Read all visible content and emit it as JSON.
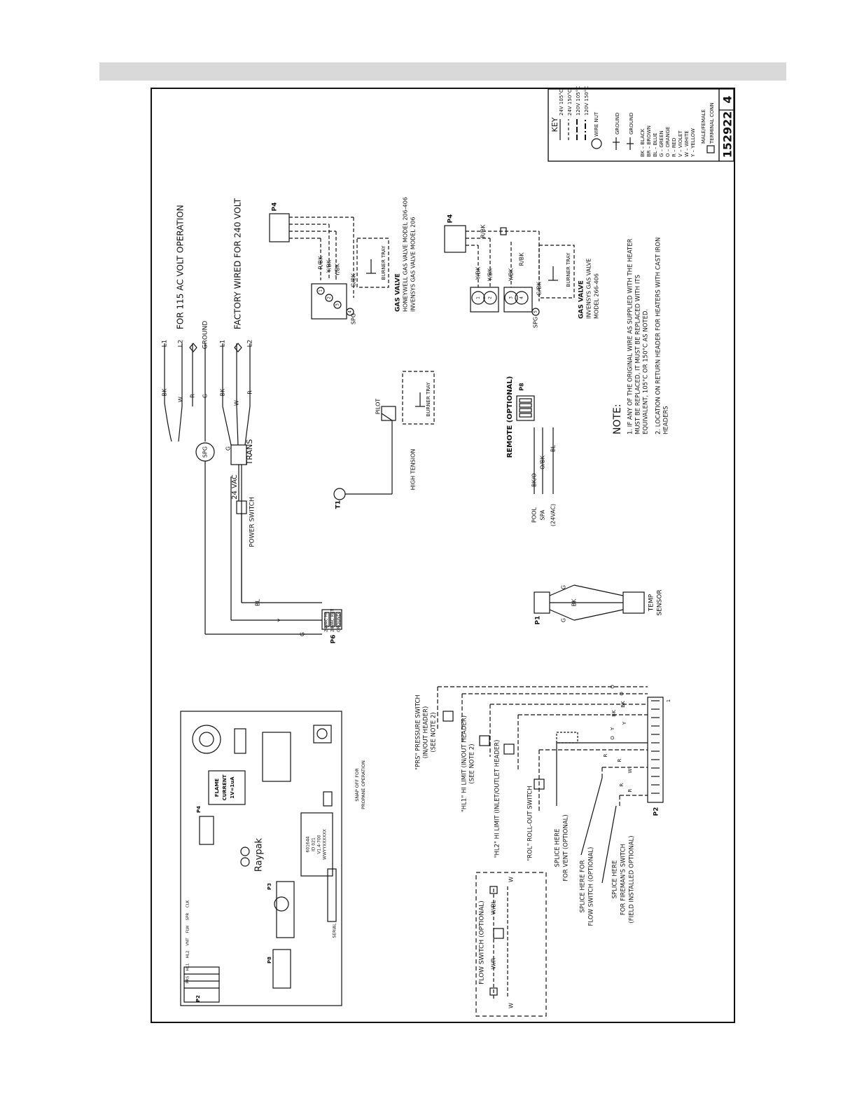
{
  "drawing": {
    "number": "152922",
    "revision": "4"
  },
  "key": {
    "title": "KEY",
    "lines": [
      {
        "label": "24V 105°C",
        "style": "solid"
      },
      {
        "label": "24V 150°C",
        "style": "dash"
      },
      {
        "label": "120V 105°C",
        "style": "longdash"
      },
      {
        "label": "120V 150°C",
        "style": "dashdot"
      }
    ],
    "symbols": [
      {
        "label": "WIRE NUT"
      },
      {
        "label": "GROUND"
      },
      {
        "label": "GROUND"
      }
    ],
    "colors": [
      "BK – BLACK",
      "BR – BROWN",
      "BL – BLUE",
      "G – GREEN",
      "O – ORANGE",
      "R – RED",
      "V – VIOLET",
      "W – WHITE",
      "Y – YELLOW"
    ],
    "terminal_a": "MALE/FEMALE",
    "terminal_b": "TERMINAL CONN"
  },
  "power": {
    "heading_115": "FOR 115 AC VOLT OPERATION",
    "heading_240": "FACTORY WIRED FOR 240 VOLT",
    "l1": "L1",
    "l2": "L2",
    "ground": "GROUND",
    "spg": "SPG",
    "trans": "TRANS",
    "vac": "24 VAC",
    "power_switch": "POWER SWITCH",
    "wires_top": [
      "BK",
      "W",
      "R",
      "G"
    ],
    "wires_bottom": [
      "BK",
      "W",
      "R"
    ],
    "g": "G"
  },
  "p6": {
    "label": "P6",
    "pins": [
      "24VAC HI",
      "24VAC RET",
      "GROUND"
    ],
    "bl": "BL",
    "y": "Y",
    "g": "G"
  },
  "ignition": {
    "t1": "T1",
    "high_tension": "HIGH TENSION",
    "pilot": "PILOT",
    "burner_tray": "BURNER TRAY"
  },
  "gas_valve_1": {
    "title": "GAS VALVE",
    "line1": "HONEYWELL GAS VALVE MODEL 206-406",
    "line2": "INVENSYS GAS VALVE MODEL 206",
    "p4": "P4",
    "wires": [
      "R/BK",
      "Y/BK",
      "Y/BK",
      "G/BK"
    ],
    "pins": [
      "1",
      "2",
      "3",
      "4"
    ],
    "spg": "SPG",
    "burner_tray": "BURNER TRAY"
  },
  "gas_valve_2": {
    "title": "GAS VALVE",
    "line1": "INVENSYS GAS VALVE",
    "line2": "MODEL 266-406",
    "p4": "P4",
    "wires": [
      "Y/BK",
      "Y/BK",
      "Y/BK",
      "R/BK",
      "G/BK",
      "R/BK"
    ],
    "pins": [
      "1",
      "2",
      "3",
      "4",
      "5"
    ],
    "spg": "SPG",
    "burner_tray": "BURNER TRAY"
  },
  "remote": {
    "title": "REMOTE (OPTIONAL)",
    "p8": "P8",
    "pool": "POOL",
    "spa": "SPA",
    "vac": "(24VAC)",
    "wires": [
      "BK/O",
      "O/BK",
      "BL"
    ]
  },
  "temp_sensor": {
    "p1": "P1",
    "line1": "TEMP",
    "line2": "SENSOR",
    "wires": [
      "G",
      "BK",
      "G"
    ]
  },
  "notes": {
    "heading": "NOTE:",
    "n1a": "1. IF ANY OF THE ORIGINAL WIRE AS SUPPLIED WITH THE HEATER",
    "n1b": "MUST BE REPLACED, IT MUST BE REPLACED WITH ITS",
    "n1c": "EQUIVALENT, 105°C OR 150°C AS NOTED.",
    "n2a": "2. LOCATION ON RETURN HEADER FOR HEATERS WITH CAST IRON",
    "n2b": "HEADERS"
  },
  "board": {
    "brand": "Raypak",
    "flame_title": "FLAME",
    "flame_line2": "CURRENT",
    "flame_line3": "1V=1uA",
    "chip_line1": "601644",
    "chip_line2": "ID 021",
    "chip_line3": "V1.4-700",
    "chip_line4": "WWYYXXXXXX",
    "snap_a": "SNAP OFF FOR",
    "snap_b": "PROPANE OPERATION",
    "conn_labels": [
      "PRS",
      "HL1",
      "HL2",
      "VNT",
      "FLW",
      "SPR",
      "CLK"
    ],
    "p2": "P2",
    "p8": "P8",
    "p3": "P3",
    "p4": "P4",
    "serial": "SERIAL"
  },
  "safety": {
    "prs_a": "\"PRS\" PRESSURE SWITCH",
    "prs_b": "(IN/OUT HEADER)",
    "prs_c": "(SEE NOTE 2)",
    "hl1_a": "\"HL1\" HI LIMIT (IN/OUT HEADER)",
    "hl1_b": "(SEE NOTE 2)",
    "hl2": "\"HL2\" HI LIMIT (INLET/OUTLET HEADER)",
    "rol": "\"ROL\" ROLL-OUT SWITCH",
    "vent_a": "SPLICE HERE",
    "vent_b": "FOR VENT (OPTIONAL)",
    "flow_a": "SPLICE HERE FOR",
    "flow_b": "FLOW SWITCH (OPTIONAL)",
    "fire_a": "SPLICE HERE",
    "fire_b": "FOR FIREMAN'S SWITCH",
    "fire_c": "(FIELD INSTALLED OPTIONAL)",
    "p2": "P2",
    "pin1": "1",
    "wire_labels": [
      "O",
      "O",
      "BK",
      "BK",
      "Y",
      "Y",
      "O",
      "R",
      "R",
      "W",
      "R",
      "R"
    ]
  },
  "flow_switch": {
    "title": "FLOW SWITCH (OPTIONAL)",
    "wires": [
      "W/R",
      "W/BL",
      "W",
      "W"
    ]
  }
}
